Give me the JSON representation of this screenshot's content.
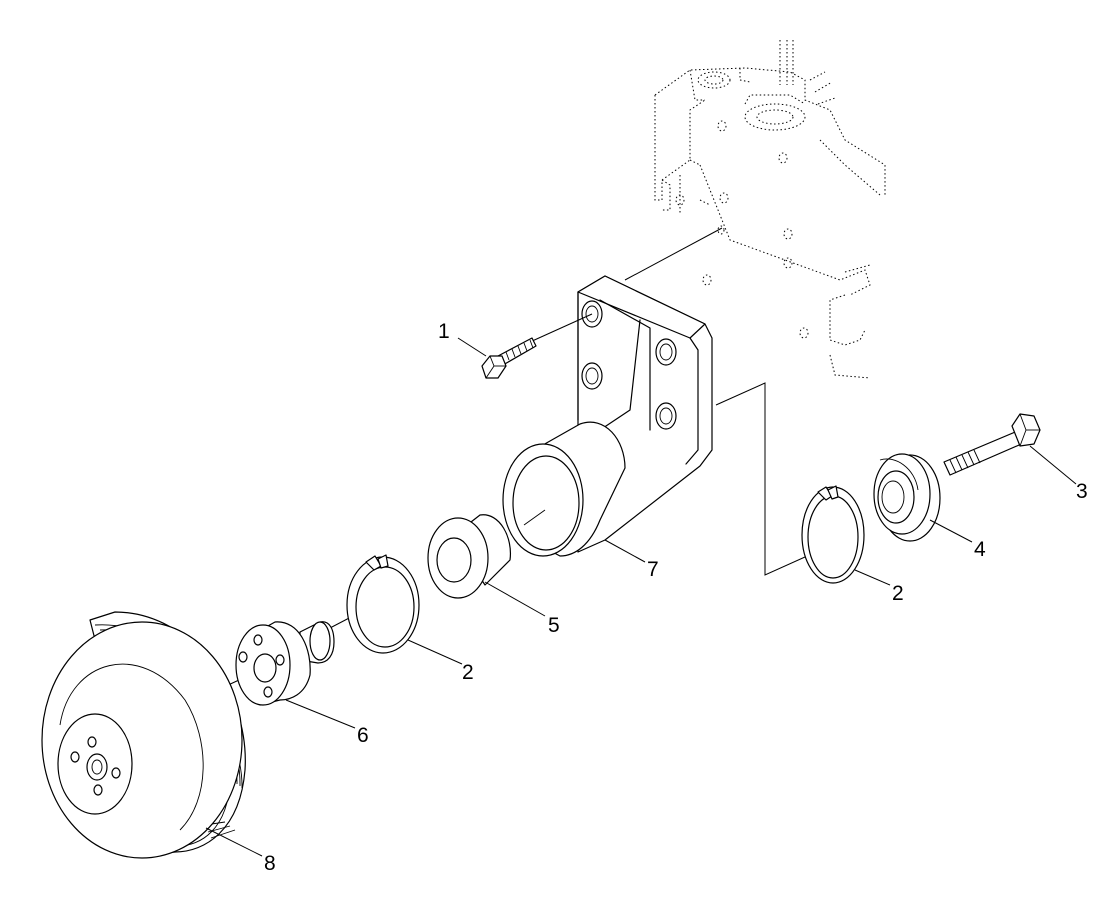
{
  "callouts": [
    {
      "id": "c1",
      "number": "1"
    },
    {
      "id": "c2a",
      "number": "2"
    },
    {
      "id": "c2b",
      "number": "2"
    },
    {
      "id": "c3",
      "number": "3"
    },
    {
      "id": "c4",
      "number": "4"
    },
    {
      "id": "c5",
      "number": "5"
    },
    {
      "id": "c6",
      "number": "6"
    },
    {
      "id": "c7",
      "number": "7"
    },
    {
      "id": "c8",
      "number": "8"
    }
  ]
}
